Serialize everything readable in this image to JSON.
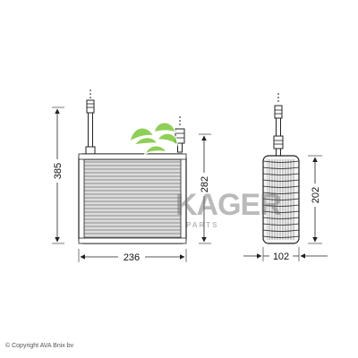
{
  "dimensions": {
    "front_height": "385",
    "front_width": "236",
    "core_height": "282",
    "side_depth": "102",
    "side_height": "202"
  },
  "watermark": {
    "brand": "KAGER",
    "tagline": "PARTS",
    "leaf_color": "#7cc73a",
    "text_color": "#6b6b6b"
  },
  "copyright": "© Copyright AVA Bnix bv",
  "colors": {
    "line": "#222222",
    "fin": "#555555"
  }
}
